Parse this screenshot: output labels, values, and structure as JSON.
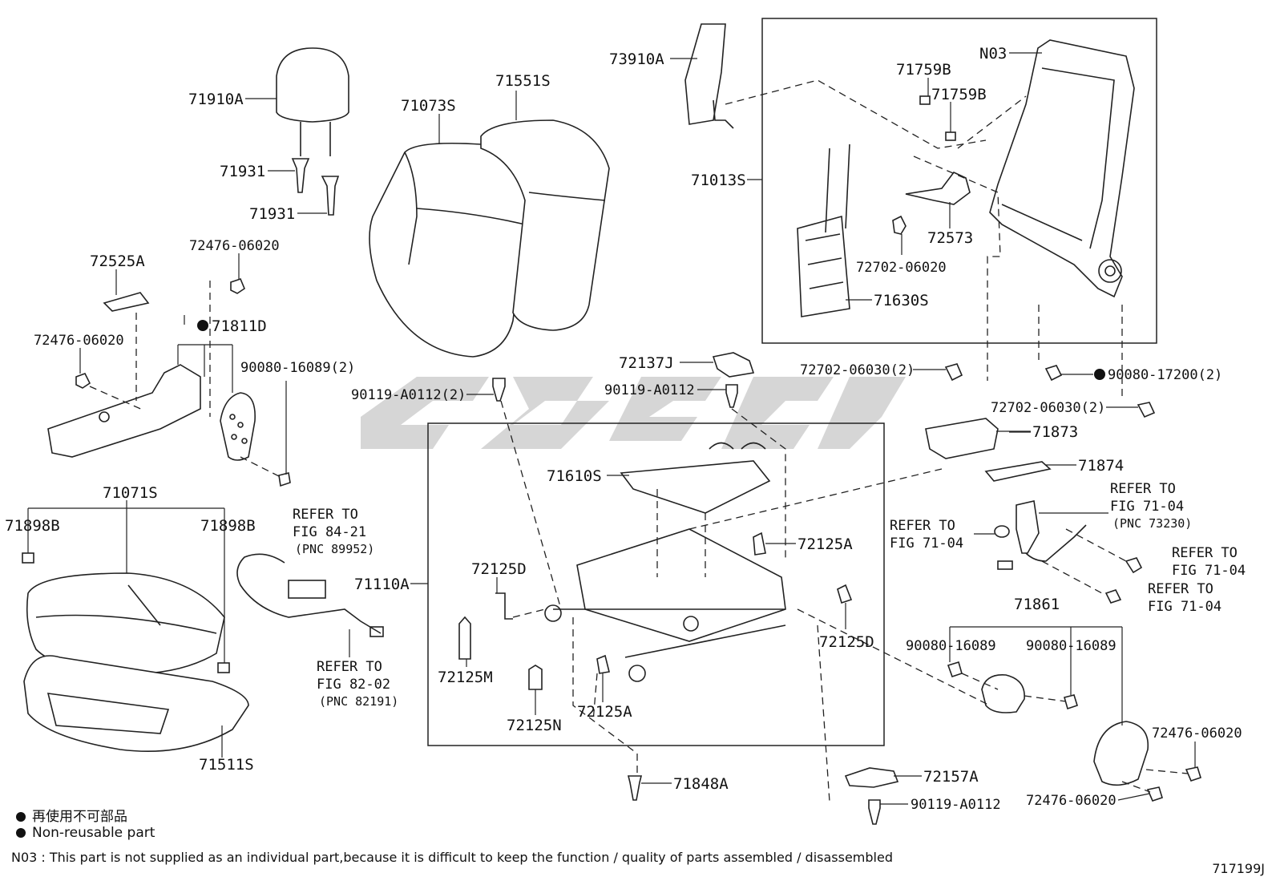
{
  "callouts": {
    "c71910A": "71910A",
    "c71931a": "71931",
    "c71931b": "71931",
    "c72476_06020a": "72476-06020",
    "c72525A": "72525A",
    "c71811D": "71811D",
    "c72476_06020b": "72476-06020",
    "c90080_16089_2": "90080-16089(2)",
    "c71073S": "71073S",
    "c71551S": "71551S",
    "c73910A": "73910A",
    "c71013S": "71013S",
    "cN03": "N03",
    "c71759Ba": "71759B",
    "c71759Bb": "71759B",
    "c72573": "72573",
    "c72702_06020": "72702-06020",
    "c71630S": "71630S",
    "c72137J": "72137J",
    "c90119_A0112_2": "90119-A0112(2)",
    "c90119_A0112a": "90119-A0112",
    "c72702_06030_2a": "72702-06030(2)",
    "c90080_17200_2": "90080-17200(2)",
    "c72702_06030_2b": "72702-06030(2)",
    "c71873": "71873",
    "c71874": "71874",
    "c71610S": "71610S",
    "c72125Aa": "72125A",
    "c71110A": "71110A",
    "c72125Da": "72125D",
    "c72125M": "72125M",
    "c72125N": "72125N",
    "c72125Ab": "72125A",
    "c72125Db": "72125D",
    "c71848A": "71848A",
    "c72157A": "72157A",
    "c90119_A0112b": "90119-A0112",
    "c71071S": "71071S",
    "c71898Ba": "71898B",
    "c71898Bb": "71898B",
    "c71511S": "71511S",
    "c71861": "71861",
    "c90080_16089a": "90080-16089",
    "c90080_16089b": "90080-16089",
    "c72476_06020c": "72476-06020",
    "c72476_06020d": "72476-06020"
  },
  "refs": {
    "r84_21_l1": "REFER TO",
    "r84_21_l2": "FIG 84-21",
    "r84_21_l3": "(PNC 89952)",
    "r82_02_l1": "REFER TO",
    "r82_02_l2": "FIG 82-02",
    "r82_02_l3": "(PNC 82191)",
    "r71_04a_l1": "REFER TO",
    "r71_04a_l2": "FIG 71-04",
    "r71_04a_l3": "(PNC 73230)",
    "r71_04b_l1": "REFER TO",
    "r71_04b_l2": "FIG 71-04",
    "r71_04c_l1": "REFER TO",
    "r71_04c_l2": "FIG 71-04",
    "r71_04d_l1": "REFER TO",
    "r71_04d_l2": "FIG 71-04"
  },
  "legend": {
    "line1": "再使用不可部品",
    "line2": "Non-reusable part"
  },
  "note": "N03 : This part is not supplied as an individual part,because it is difficult to keep the function / quality of parts assembled / disassembled",
  "figure_code": "717199J"
}
